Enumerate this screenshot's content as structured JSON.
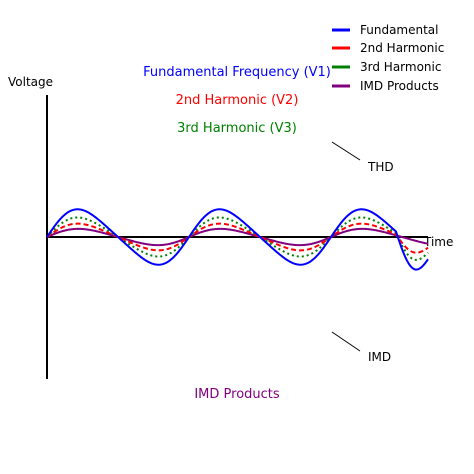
{
  "diagram": {
    "y_axis_label": "Voltage",
    "x_axis_label": "Time",
    "annotations": {
      "fundamental": "Fundamental Frequency (V1)",
      "second": "2nd Harmonic (V2)",
      "third": "3rd Harmonic (V3)",
      "thd": "THD",
      "imd": "IMD",
      "imd_products": "IMD Products"
    },
    "legend": {
      "placement": "top-right",
      "entries": [
        {
          "label": "Fundamental",
          "color": "#0000ff",
          "dash": "solid"
        },
        {
          "label": "2nd Harmonic",
          "color": "#ff0000",
          "dash": "dashed"
        },
        {
          "label": "3rd Harmonic",
          "color": "#008000",
          "dash": "dotted"
        },
        {
          "label": "IMD Products",
          "color": "#800080",
          "dash": "solid"
        }
      ]
    },
    "colors": {
      "fundamental": "#0000ff",
      "second": "#ff0000",
      "third": "#008000",
      "imd": "#800080",
      "axis": "#000000"
    }
  }
}
